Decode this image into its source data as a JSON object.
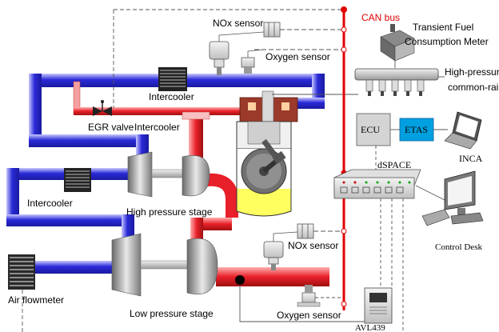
{
  "labels": {
    "can_bus": "CAN bus",
    "transient_fuel_line1": "Transient Fuel",
    "transient_fuel_line2": "Consumption Meter",
    "high_pressure_line1": "High-pressure",
    "high_pressure_line2": "common-rail",
    "nox_sensor_top": "NOx sensor",
    "oxygen_sensor_top": "Oxygen sensor",
    "intercooler_top": "Intercooler",
    "egr_valve": "EGR valve",
    "intercooler_egr": "Intercooler",
    "intercooler_left": "Intercooler",
    "high_pressure_stage": "High pressure stage",
    "low_pressure_stage": "Low pressure stage",
    "air_flowmeter": "Air flowmeter",
    "nox_sensor_bottom": "NOx sensor",
    "oxygen_sensor_bottom": "Oxygen sensor",
    "ecu": "ECU",
    "etas": "ETAS",
    "inca": "INCA",
    "dspace": "dSPACE",
    "control_desk": "Control Desk",
    "avl439": "AVL439"
  },
  "colors": {
    "intake_blue": "#2a2ad8",
    "exhaust_red": "#e8202a",
    "can_bus_red": "#e00000",
    "etas_blue": "#00a0e0",
    "engine_yellow": "#ffff60"
  }
}
